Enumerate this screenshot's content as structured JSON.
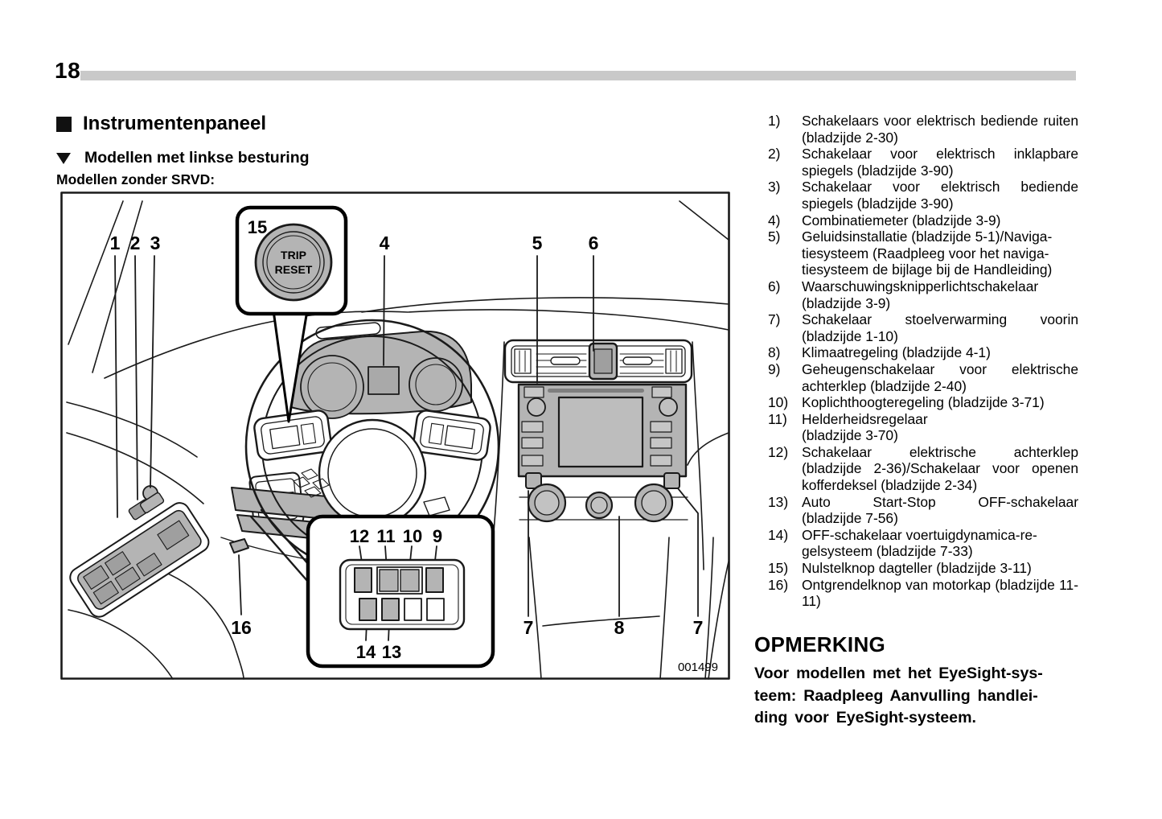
{
  "page": {
    "number": "18"
  },
  "headings": {
    "main": "Instrumentenpaneel",
    "sub": "Modellen met linkse besturing",
    "variant": "Modellen zonder SRVD:"
  },
  "diagram": {
    "figure_code": "001499",
    "trip_reset": {
      "line1": "TRIP",
      "line2": "RESET"
    },
    "callouts": {
      "c1": "1",
      "c2": "2",
      "c3": "3",
      "c4": "4",
      "c5": "5",
      "c6": "6",
      "c7_left": "7",
      "c8": "8",
      "c7_right": "7",
      "c9": "9",
      "c10": "10",
      "c11": "11",
      "c12": "12",
      "c13": "13",
      "c14": "14",
      "c15": "15",
      "c16": "16"
    }
  },
  "legend": {
    "items": [
      {
        "num": "1)",
        "text": "Schakelaars voor elektrisch bediende ruiten (bladzijde 2-30)"
      },
      {
        "num": "2)",
        "text": "Schakelaar voor elektrisch inklapbare spiegels (bladzijde 3-90)"
      },
      {
        "num": "3)",
        "text": "Schakelaar voor elektrisch bediende spiegels (bladzijde 3-90)"
      },
      {
        "num": "4)",
        "text": "Combinatiemeter (bladzijde 3-9)"
      },
      {
        "num": "5)",
        "text": "Geluidsinstallatie (bladzijde 5-1)/Naviga-\ntiesysteem (Raadpleeg voor het naviga-\ntiesysteem de bijlage bij de Handleiding)"
      },
      {
        "num": "6)",
        "text": "Waarschuwingsknipperlichtschakelaar (bladzijde 3-9)"
      },
      {
        "num": "7)",
        "text": "Schakelaar stoelverwarming voorin (bladzijde 1-10)"
      },
      {
        "num": "8)",
        "text": "Klimaatregeling (bladzijde 4-1)"
      },
      {
        "num": "9)",
        "text": "Geheugenschakelaar voor elektrische achterklep (bladzijde 2-40)"
      },
      {
        "num": "10)",
        "text": "Koplichthoogteregeling (bladzijde 3-71)"
      },
      {
        "num": "11)",
        "text": "Helderheidsregelaar\n(bladzijde 3-70)"
      },
      {
        "num": "12)",
        "text": "Schakelaar elektrische achterklep (bladzijde 2-36)/Schakelaar voor openen kofferdeksel (bladzijde 2-34)"
      },
      {
        "num": "13)",
        "text": "Auto Start-Stop OFF-schakelaar (bladzijde 7-56)"
      },
      {
        "num": "14)",
        "text": "OFF-schakelaar voertuigdynamica-re-\ngelsysteem (bladzijde 7-33)"
      },
      {
        "num": "15)",
        "text": "Nulstelknop dagteller (bladzijde 3-11)"
      },
      {
        "num": "16)",
        "text": "Ontgrendelknop van motorkap (bladzijde 11-11)"
      }
    ]
  },
  "note": {
    "title": "OPMERKING",
    "body": "Voor modellen met het EyeSight-sys-\nteem: Raadpleeg Aanvulling handlei-\nding voor EyeSight-systeem."
  },
  "colors": {
    "shade": "#b4b4b4",
    "header_bar": "#c9c9c9"
  }
}
